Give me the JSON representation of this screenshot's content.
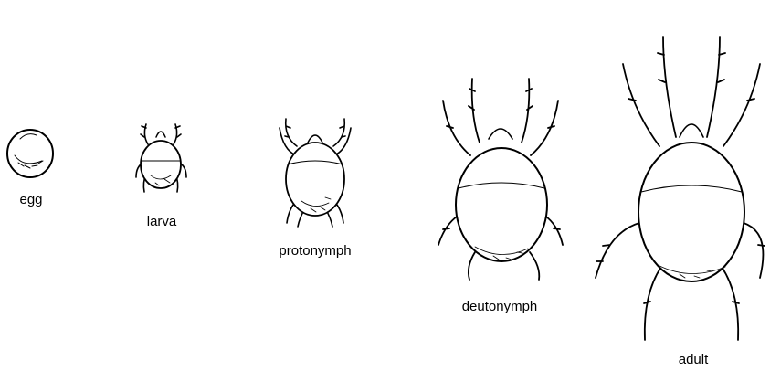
{
  "stages": [
    {
      "label": "egg",
      "icon": "egg-icon"
    },
    {
      "label": "larva",
      "icon": "mite-larva-icon"
    },
    {
      "label": "protonymph",
      "icon": "mite-protonymph-icon"
    },
    {
      "label": "deutonymph",
      "icon": "mite-deutonymph-icon"
    },
    {
      "label": "adult",
      "icon": "mite-adult-icon"
    }
  ],
  "colors": {
    "ink": "#000000",
    "background": "#ffffff"
  }
}
